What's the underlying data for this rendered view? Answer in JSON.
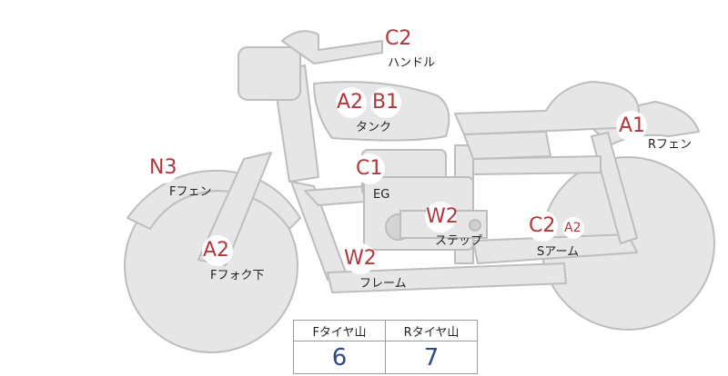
{
  "labels": [
    {
      "id": "handle",
      "codes": [
        "C2"
      ],
      "part": "ハンドル"
    },
    {
      "id": "tank",
      "codes": [
        "A2",
        "B1"
      ],
      "part": "タンク"
    },
    {
      "id": "rear-fender",
      "codes": [
        "A1"
      ],
      "part": "Rフェン"
    },
    {
      "id": "front-fender",
      "codes": [
        "N3"
      ],
      "part": "Fフェン"
    },
    {
      "id": "engine",
      "codes": [
        "C1"
      ],
      "part": "EG"
    },
    {
      "id": "step",
      "codes": [
        "W2"
      ],
      "part": "ステップ"
    },
    {
      "id": "swing-arm",
      "codes": [
        "C2",
        "A2"
      ],
      "part": "Sアーム"
    },
    {
      "id": "front-fork",
      "codes": [
        "A2"
      ],
      "part": "Fフォク下"
    },
    {
      "id": "frame",
      "codes": [
        "W2"
      ],
      "part": "フレーム"
    }
  ],
  "tread_table": {
    "headers": [
      "Fタイヤ山",
      "Rタイヤ山"
    ],
    "values": [
      "6",
      "7"
    ]
  },
  "colors": {
    "body_fill": "#e6e6e6",
    "body_stroke": "#bdbdbd",
    "code_text": "#b0373b",
    "value_text": "#2c4a8a"
  }
}
